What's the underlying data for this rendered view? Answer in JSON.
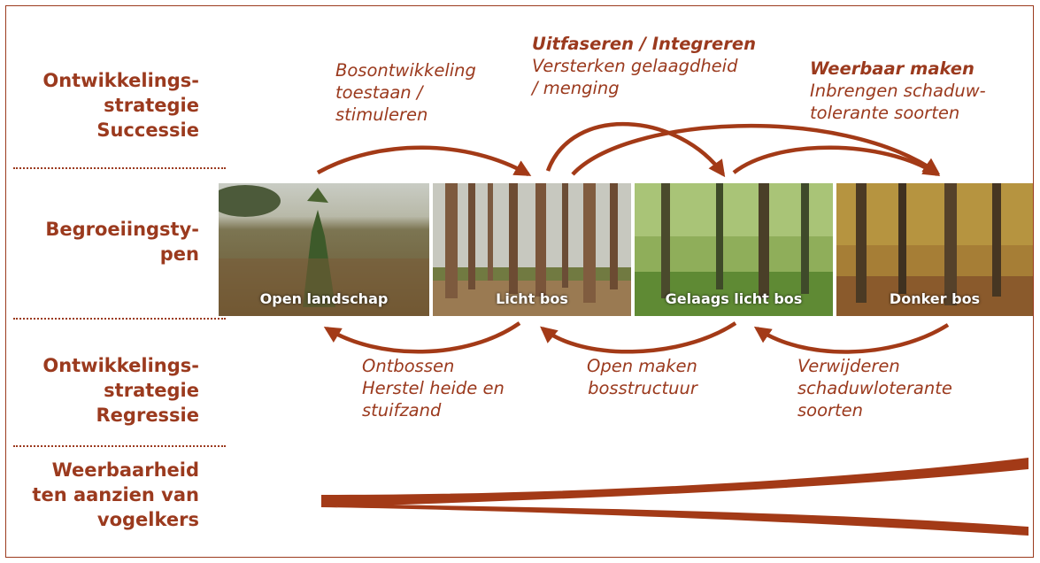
{
  "rows": {
    "succession": [
      "Ontwikkelings-",
      "strategie",
      "Successie"
    ],
    "vegetation": [
      "Begroeiingsty-",
      "pen"
    ],
    "regression": [
      "Ontwikkelings-",
      "strategie",
      "Regressie"
    ],
    "resilience": [
      "Weerbaarheid",
      "ten aanzien van",
      "vogelkers"
    ]
  },
  "top_annotations": {
    "a1": [
      "Bosontwikkeling",
      "toestaan /",
      "stimuleren"
    ],
    "a2_bold": "Uitfaseren / Integreren",
    "a2": [
      "Versterken gelaagdheid",
      "/ menging"
    ],
    "a3_bold": "Weerbaar maken",
    "a3": [
      "Inbrengen schaduw-",
      "tolerante soorten"
    ]
  },
  "bottom_annotations": {
    "b1": [
      "Ontbossen",
      "Herstel heide en",
      "stuifzand"
    ],
    "b2": [
      "Open maken",
      "bosstructuur"
    ],
    "b3": [
      "Verwijderen",
      "schaduwloterante",
      "soorten"
    ]
  },
  "photos": [
    {
      "caption": "Open landschap",
      "icon": "heathland-photo"
    },
    {
      "caption": "Licht bos",
      "icon": "pine-forest-photo"
    },
    {
      "caption": "Gelaags licht bos",
      "icon": "layered-green-forest-photo"
    },
    {
      "caption": "Donker bos",
      "icon": "dark-autumn-forest-photo"
    }
  ],
  "colors": {
    "accent": "#9b3a1e",
    "arrow": "#a33a17"
  }
}
